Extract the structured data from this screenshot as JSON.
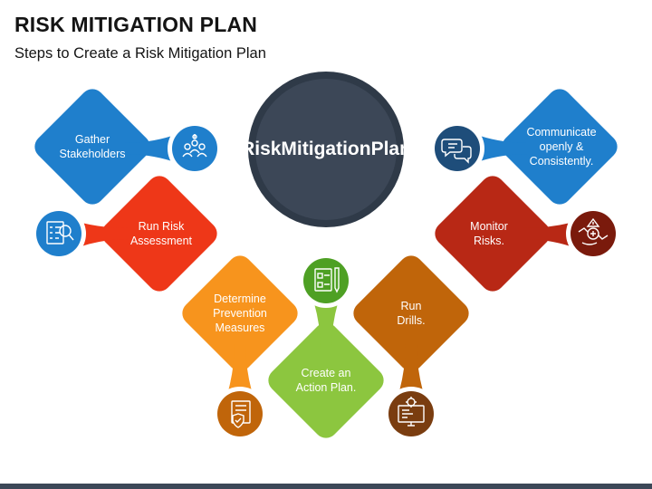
{
  "title": "RISK MITIGATION PLAN",
  "subtitle": "Steps to Create a Risk Mitigation Plan",
  "center": {
    "lines": [
      "Risk",
      "Mitigation",
      "Plan"
    ],
    "color": "#3c4757"
  },
  "steps": [
    {
      "id": "gather",
      "lines": [
        "Gather",
        "Stakeholders"
      ],
      "color": "#1f7fcc",
      "icon": "stakeholders-icon"
    },
    {
      "id": "assess",
      "lines": [
        "Run Risk",
        "Assessment"
      ],
      "color": "#ee3718",
      "icon": "checklist-magnifier-icon"
    },
    {
      "id": "prevent",
      "lines": [
        "Determine",
        "Prevention",
        "Measures"
      ],
      "color": "#f7941d",
      "icon": "shield-document-icon"
    },
    {
      "id": "action",
      "lines": [
        "Create an",
        "Action Plan."
      ],
      "color": "#8cc63f",
      "icon": "plan-board-icon"
    },
    {
      "id": "drills",
      "lines": [
        "Run",
        "Drills."
      ],
      "color": "#c0650a",
      "icon": "monitor-gear-icon"
    },
    {
      "id": "monitor",
      "lines": [
        "Monitor",
        "Risks."
      ],
      "color": "#b82815",
      "icon": "hand-hazard-icon"
    },
    {
      "id": "communicate",
      "lines": [
        "Communicate",
        "openly &",
        "Consistently."
      ],
      "color": "#1f7fcc",
      "icon": "chat-bubbles-icon"
    }
  ]
}
